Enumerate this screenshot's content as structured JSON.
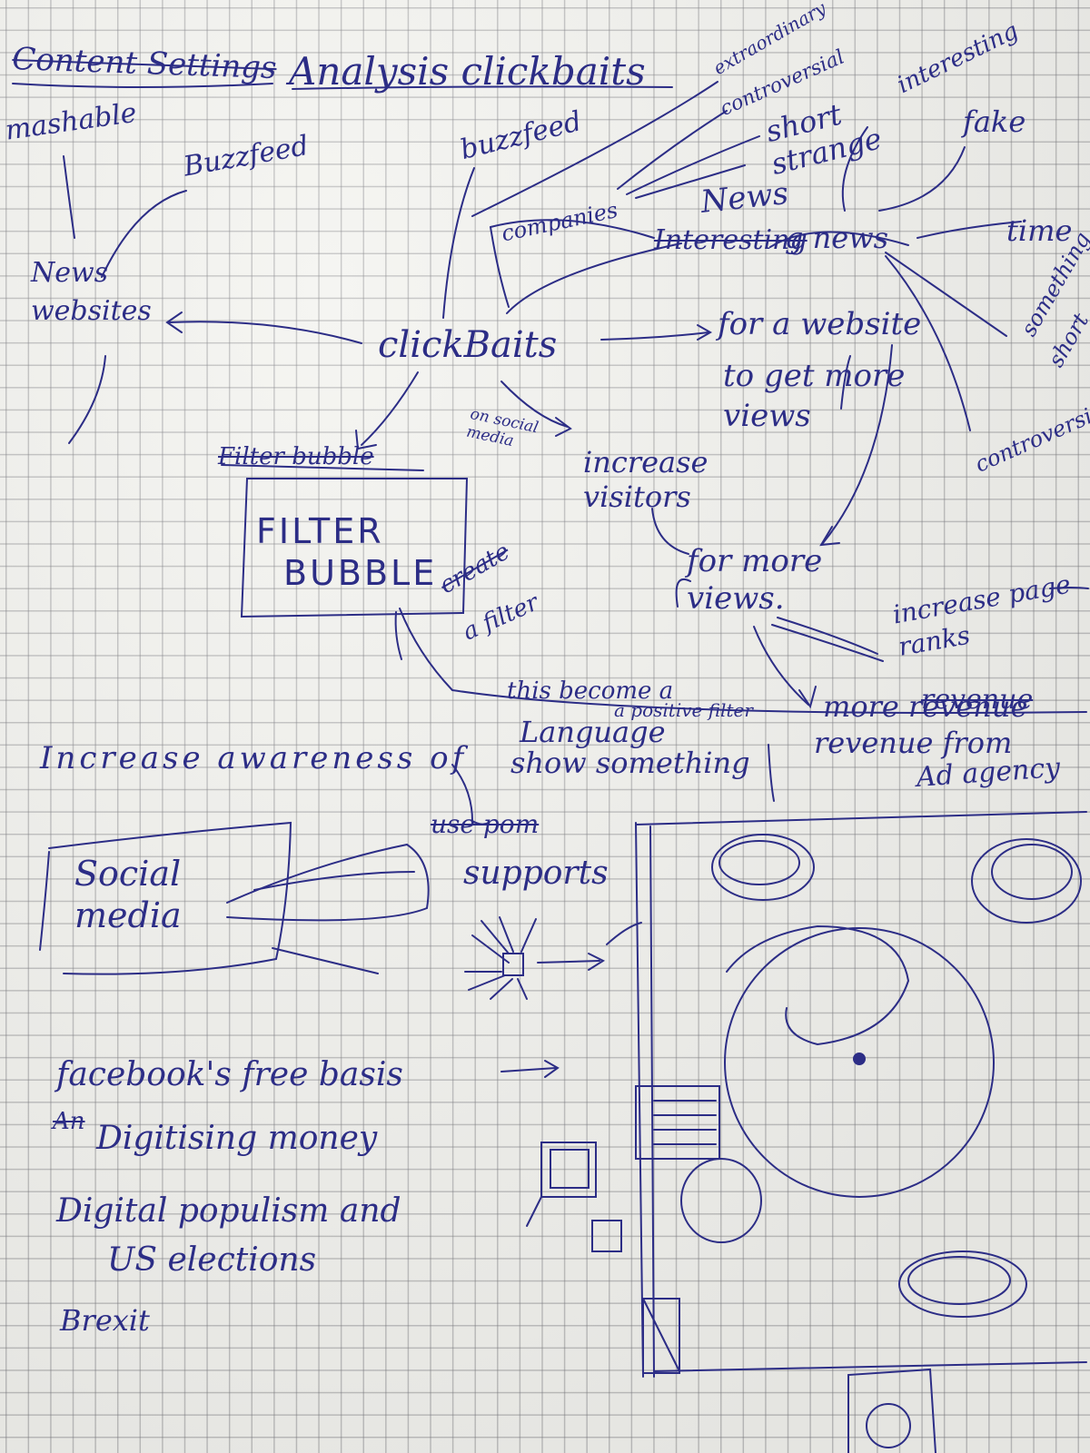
{
  "title": {
    "struck": "Content Settings",
    "main": "Analysis clickbaits"
  },
  "center": "clickBaits",
  "left_branch": {
    "mashable": "mashable",
    "buzzfeed": "Buzzfeed",
    "news_websites": "News websites"
  },
  "top_branch": {
    "buzzfeed": "buzzfeed",
    "companies": "companies",
    "news": "News",
    "interesting_struck": "Interesting",
    "news_line": "g news",
    "extraordinary": "extraordinary",
    "controversial": "controversial",
    "short": "short",
    "strange": "strange",
    "interesting": "interesting",
    "fake": "fake",
    "time": "time",
    "something": "something",
    "short_right": "short",
    "controversial_right": "controversial"
  },
  "right_branch": {
    "website": "for a website",
    "more_views": "to get more views"
  },
  "social_note": "on social media",
  "visitors": {
    "increase": "increase visitors",
    "more_views": "for more views.",
    "page_rank": "increase page ranks",
    "more_revenue": "more revenue",
    "revenue_struck": "revenue",
    "revenue_from": "revenue from",
    "ad_agency": "Ad agency"
  },
  "filter_bubble": {
    "struck": "Filter bubble",
    "label_1": "FILTER",
    "label_2": "BUBBLE",
    "create_struck": "create",
    "a_filter": "a filter"
  },
  "become_note": "this become a",
  "positive_note": "a positive filter",
  "language": "Language",
  "show_something": "show something",
  "increase_awareness": "Increase awareness of",
  "supports": {
    "struck": "use pom",
    "label": "supports"
  },
  "social_media": "Social media",
  "list_items": [
    "facebook's free basis",
    "Digitising money",
    "Digital populism and",
    "US elections",
    "Brexit"
  ],
  "list_struck_prefix": "An"
}
